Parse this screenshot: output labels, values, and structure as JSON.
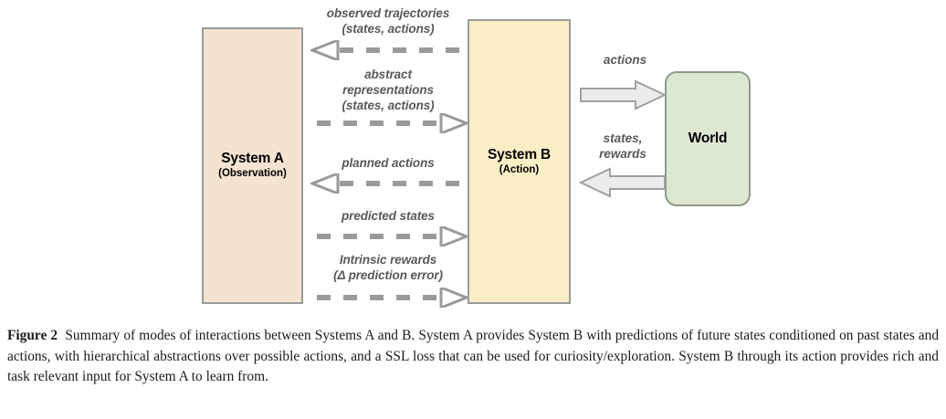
{
  "figure": {
    "boxes": {
      "system_a": {
        "title": "System A",
        "subtitle": "(Observation)",
        "color": "#f3e3d0"
      },
      "system_b": {
        "title": "System B",
        "subtitle": "(Action)",
        "color": "#faeec6"
      },
      "world": {
        "title": "World",
        "color": "#dde8d2"
      }
    },
    "flows": [
      {
        "label": "observed trajectories\n(states, actions)",
        "direction": "left"
      },
      {
        "label": "abstract\nrepresentations\n(states, actions)",
        "direction": "right"
      },
      {
        "label": "planned actions",
        "direction": "left"
      },
      {
        "label": "predicted states",
        "direction": "right"
      },
      {
        "label": "Intrinsic rewards\n(Δ prediction error)",
        "direction": "right"
      }
    ],
    "world_flows": [
      {
        "label": "actions",
        "direction": "right"
      },
      {
        "label": "states,\nrewards",
        "direction": "left"
      }
    ]
  },
  "caption": {
    "label": "Figure 2",
    "text": "Summary of modes of interactions between Systems A and B. System A provides System B with predictions of future states conditioned on past states and actions, with hierarchical abstractions over possible actions, and a SSL loss that can be used for curiosity/exploration. System B through its action provides rich and task relevant input for System A to learn from."
  }
}
